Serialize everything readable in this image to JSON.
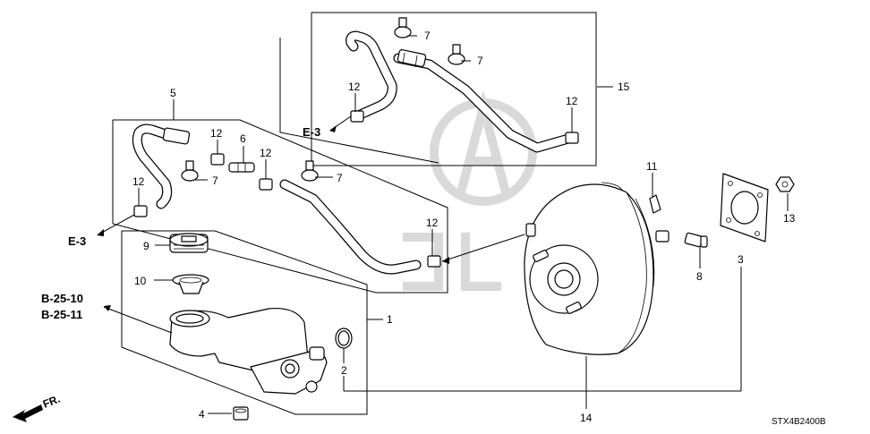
{
  "diagram_code": "STX4B2400B",
  "front_indicator": "FR.",
  "references": {
    "e3_upper": "E-3",
    "e3_lower": "E-3",
    "b25_10": "B-25-10",
    "b25_11": "B-25-11"
  },
  "callouts": {
    "c1": "1",
    "c2": "2",
    "c3": "3",
    "c4": "4",
    "c5": "5",
    "c6": "6",
    "c7a": "7",
    "c7b": "7",
    "c7c": "7",
    "c7d": "7",
    "c8": "8",
    "c9": "9",
    "c10": "10",
    "c11": "11",
    "c12a": "12",
    "c12b": "12",
    "c12c": "12",
    "c12d": "12",
    "c12e": "12",
    "c13": "13",
    "c14": "14",
    "c15": "15"
  }
}
